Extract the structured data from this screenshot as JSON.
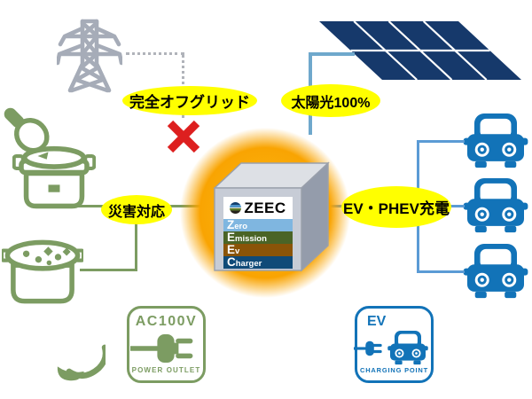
{
  "labels": {
    "offgrid": "完全オフグリッド",
    "solar": "太陽光100%",
    "disaster": "災害対応",
    "ev_charging": "EV・PHEV充電"
  },
  "zeec_unit": {
    "title": "ZEEC",
    "bars": [
      {
        "label": "Zero",
        "color": "#7fb6e0"
      },
      {
        "label": "Emission",
        "color": "#4a6426"
      },
      {
        "label": "Ev",
        "color": "#8a5408"
      },
      {
        "label": "Charger",
        "color": "#0f4a78"
      }
    ]
  },
  "ac_outlet_box": {
    "voltage": "AC100V",
    "caption": "POWER OUTLET"
  },
  "ev_charging_box": {
    "title": "EV",
    "caption": "CHARGING POINT"
  },
  "icons": {
    "grid_tower": "transmission-tower",
    "crossed_out": "red-x-prohibited",
    "solar_panel": "solar-panel",
    "rice_scoop": "rice-scoop",
    "rice_cooker": "rice-cooker",
    "cooking_pot": "cooking-pot",
    "ladle": "ladle",
    "ev_car": "car-front-view",
    "power_plug": "power-plug"
  },
  "colors": {
    "callout_yellow": "#ffff00",
    "glow_orange": "#f9a402",
    "eco_green": "#7c9c62",
    "ev_blue": "#1273b8",
    "panel_navy": "#16396b",
    "tower_gray": "#a6acb8",
    "line_blue": "#5b9bd5",
    "cross_red": "#dd1f1f"
  }
}
